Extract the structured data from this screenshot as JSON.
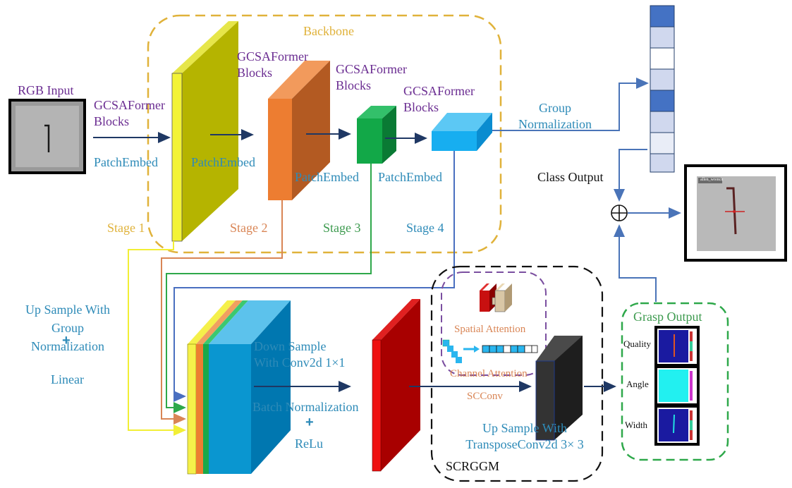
{
  "title": "",
  "backbone": {
    "label": "Backbone",
    "stage_labels": [
      "Stage 1",
      "Stage 2",
      "Stage 3",
      "Stage 4"
    ],
    "block_label": "GCSAFormer Blocks",
    "patch_embed": "PatchEmbed"
  },
  "input": {
    "label": "RGB Input"
  },
  "head": {
    "group_norm": "Group Normalization",
    "class_output": "Class Output",
    "grasp_output": "Grasp Output",
    "grasp_rows": [
      "Quality",
      "Angle",
      "Width"
    ],
    "image_tag": "allen_wrench"
  },
  "neck": {
    "upsample_group": "Up Sample With Group Normalization",
    "linear": "Linear",
    "plus": "+",
    "downsample": "Down Sample With Conv2d 1×1",
    "batch_norm": "Batch Normalization",
    "relu": "ReLu"
  },
  "scrggm": {
    "label": "SCRGGM",
    "spatial_attention": "Spatial Attention",
    "channel_attention": "Channel Attention",
    "scconv": "SCConv",
    "upsample_transpose": "Up Sample With TransposeConv2d 3× 3",
    "sum_symbol": "⊕"
  },
  "colors": {
    "stage1": "#e0b23a",
    "stage2": "#d98555",
    "stage3": "#3c9a4e",
    "stage4": "#2e8bb8",
    "accent_purple": "#6a2c91",
    "attention_box": "#7b4fa0"
  }
}
